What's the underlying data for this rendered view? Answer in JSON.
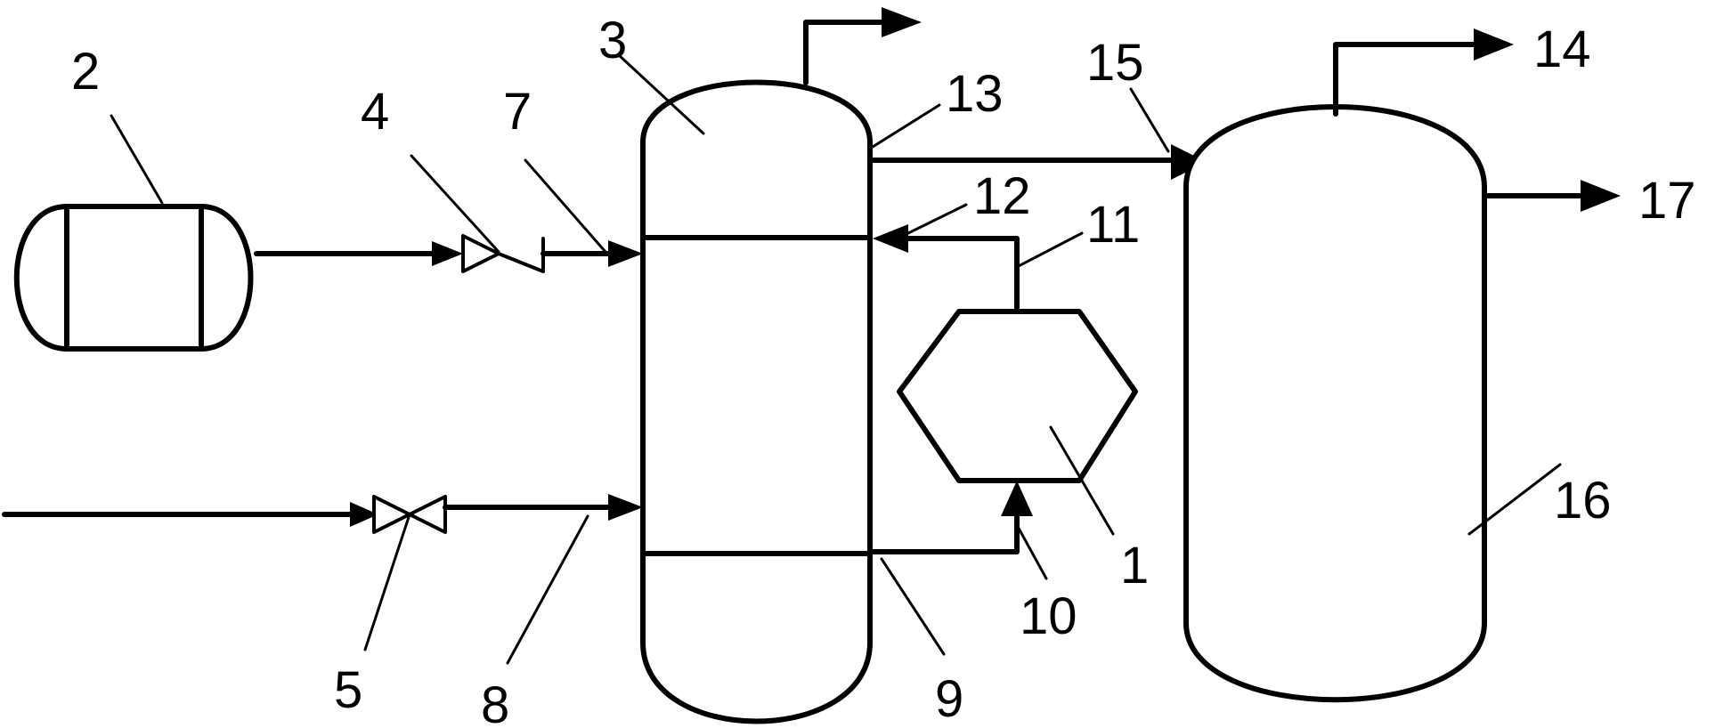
{
  "labels": {
    "l1": "1",
    "l2": "2",
    "l3": "3",
    "l4": "4",
    "l5": "5",
    "l7": "7",
    "l8": "8",
    "l9": "9",
    "l10": "10",
    "l11": "11",
    "l12": "12",
    "l13": "13",
    "l14": "14",
    "l15": "15",
    "l16": "16",
    "l17": "17"
  }
}
